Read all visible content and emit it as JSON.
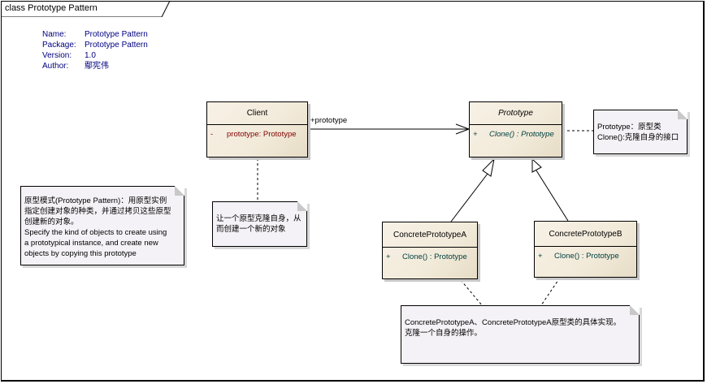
{
  "diagram": {
    "frame_title": "class Prototype Pattern",
    "metadata": [
      {
        "key": "Name:",
        "value": "Prototype Pattern"
      },
      {
        "key": "Package:",
        "value": "Prototype Pattern"
      },
      {
        "key": "Version:",
        "value": "1.0"
      },
      {
        "key": "Author:",
        "value": "鄢宪伟"
      }
    ],
    "classes": {
      "client": {
        "name": "Client",
        "attributes": [
          {
            "visibility": "-",
            "text": "prototype:  Prototype"
          }
        ]
      },
      "prototype": {
        "name": "Prototype",
        "abstract": true,
        "operations": [
          {
            "visibility": "+",
            "text": "Clone() : Prototype"
          }
        ]
      },
      "concrete_a": {
        "name": "ConcretePrototypeA",
        "operations": [
          {
            "visibility": "+",
            "text": "Clone() : Prototype"
          }
        ]
      },
      "concrete_b": {
        "name": "ConcretePrototypeB",
        "operations": [
          {
            "visibility": "+",
            "text": "Clone() : Prototype"
          }
        ]
      }
    },
    "association_role": "+prototype",
    "notes": {
      "prototype_note": [
        "Prototype：原型类",
        "Clone():克隆自身的接口"
      ],
      "client_note": [
        "让一个原型克隆自身，从",
        "而创建一个新的对象"
      ],
      "pattern_note": [
        "原型模式(Prototype Pattern)：用原型实例",
        "指定创建对象的种类，并通过拷贝这些原型",
        "创建新的对象。",
        "Specify the kind of objects to create using",
        "a prototypical instance, and create new",
        "objects by copying this prototype"
      ],
      "concrete_note": [
        "ConcretePrototypeA、ConcretePrototypeA原型类的具体实现。",
        "克隆一个自身的操作。"
      ]
    }
  }
}
